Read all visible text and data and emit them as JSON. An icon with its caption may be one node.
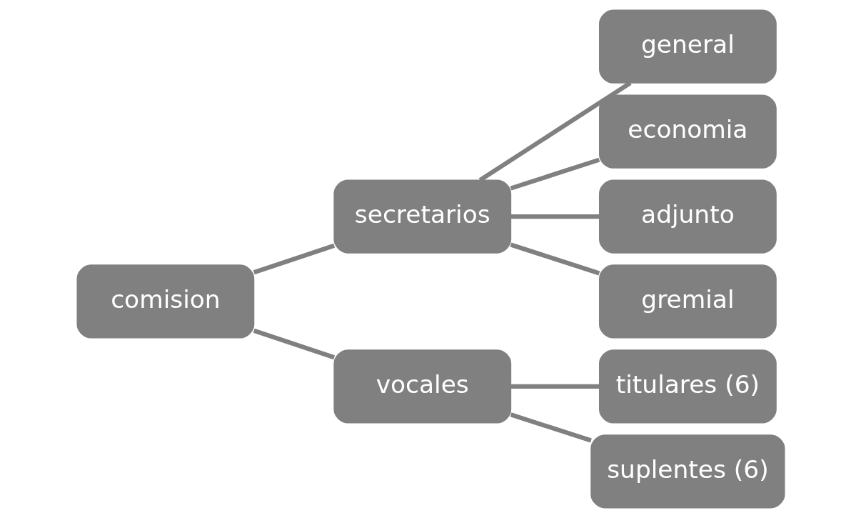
{
  "diagram": {
    "nodes": [
      {
        "text": [
          "comision"
        ]
      },
      {
        "text": [
          "secretarios"
        ]
      },
      {
        "text": [
          "vocales"
        ]
      },
      {
        "text": [
          "general"
        ]
      },
      {
        "text": [
          "economia"
        ]
      },
      {
        "text": [
          "adjunto"
        ]
      },
      {
        "text": [
          "gremial"
        ]
      },
      {
        "text": [
          "titulares (6)"
        ]
      },
      {
        "text": [
          "suplentes (6)"
        ]
      }
    ],
    "edges": [
      {
        "from": 0,
        "to": 1,
        "arrow": "none"
      },
      {
        "from": 0,
        "to": 2,
        "arrow": "none"
      },
      {
        "from": 1,
        "to": 3,
        "arrow": "none"
      },
      {
        "from": 1,
        "to": 4,
        "arrow": "none"
      },
      {
        "from": 1,
        "to": 5,
        "arrow": "none"
      },
      {
        "from": 1,
        "to": 6,
        "arrow": "none"
      },
      {
        "from": 2,
        "to": 7,
        "arrow": "none"
      },
      {
        "from": 2,
        "to": 8,
        "arrow": "none"
      }
    ]
  }
}
